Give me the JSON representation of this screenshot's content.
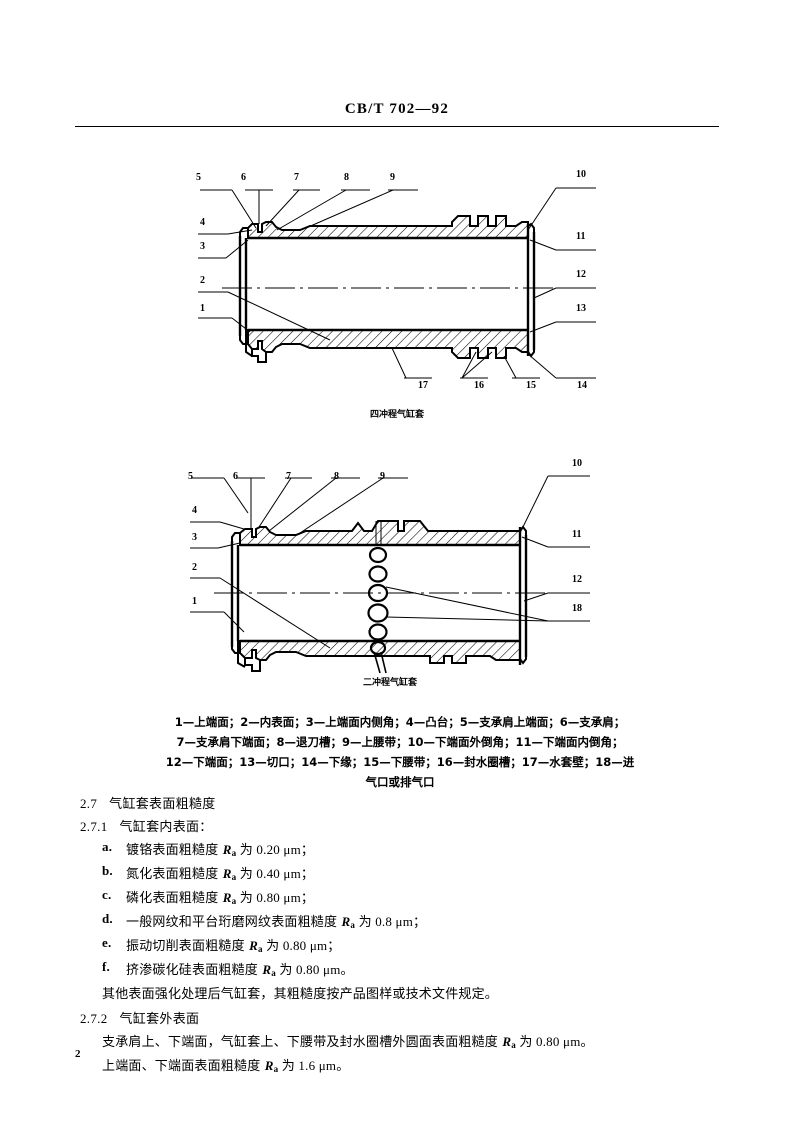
{
  "header": {
    "standard_code": "CB/T 702—92"
  },
  "page_number": "2",
  "figures": [
    {
      "name": "four-stroke-cylinder-liner",
      "caption": "四冲程气缸套",
      "callouts": [
        "5",
        "6",
        "7",
        "8",
        "9",
        "10",
        "4",
        "3",
        "11",
        "2",
        "12",
        "1",
        "13",
        "17",
        "16",
        "15",
        "14"
      ]
    },
    {
      "name": "two-stroke-cylinder-liner",
      "caption": "二冲程气缸套",
      "callouts": [
        "5",
        "6",
        "7",
        "8",
        "9",
        "10",
        "4",
        "3",
        "11",
        "2",
        "12",
        "18",
        "1"
      ]
    }
  ],
  "legend": {
    "line1": "1—上端面；2—内表面；3—上端面内侧角；4—凸台；5—支承肩上端面；6—支承肩；",
    "line2": "7—支承肩下端面；8—退刀槽；9—上腰带；10—下端面外倒角；11—下端面内倒角；",
    "line3": "12—下端面；13—切口；14—下缘；15—下腰带；16—封水圈槽；17—水套壁；18—进",
    "line4": "气口或排气口"
  },
  "sections": {
    "s27": {
      "number": "2.7",
      "title": "气缸套表面粗糙度"
    },
    "s271": {
      "number": "2.7.1",
      "title": "气缸套内表面：",
      "items": [
        {
          "mark": "a.",
          "text": "镀铬表面粗糙度 ",
          "ra": "R",
          "sub": "a",
          "rest": " 为 0.20 μm；"
        },
        {
          "mark": "b.",
          "text": "氮化表面粗糙度 ",
          "ra": "R",
          "sub": "a",
          "rest": " 为 0.40 μm；"
        },
        {
          "mark": "c.",
          "text": "磷化表面粗糙度 ",
          "ra": "R",
          "sub": "a",
          "rest": " 为 0.80 μm；"
        },
        {
          "mark": "d.",
          "text": "一般网纹和平台珩磨网纹表面粗糙度 ",
          "ra": "R",
          "sub": "a",
          "rest": " 为 0.8 μm；"
        },
        {
          "mark": "e.",
          "text": "振动切削表面粗糙度 ",
          "ra": "R",
          "sub": "a",
          "rest": " 为 0.80 μm；"
        },
        {
          "mark": "f.",
          "text": "挤渗碳化硅表面粗糙度 ",
          "ra": "R",
          "sub": "a",
          "rest": " 为 0.80 μm。"
        }
      ],
      "note": "其他表面强化处理后气缸套，其粗糙度按产品图样或技术文件规定。"
    },
    "s272": {
      "number": "2.7.2",
      "title": "气缸套外表面",
      "p1_pre": "支承肩上、下端面，气缸套上、下腰带及封水圈槽外圆面表面粗糙度 ",
      "p1_ra": "R",
      "p1_sub": "a",
      "p1_post": " 为 0.80 μm。",
      "p2_pre": "上端面、下端面表面粗糙度 ",
      "p2_ra": "R",
      "p2_sub": "a",
      "p2_post": " 为 1.6 μm。"
    }
  }
}
